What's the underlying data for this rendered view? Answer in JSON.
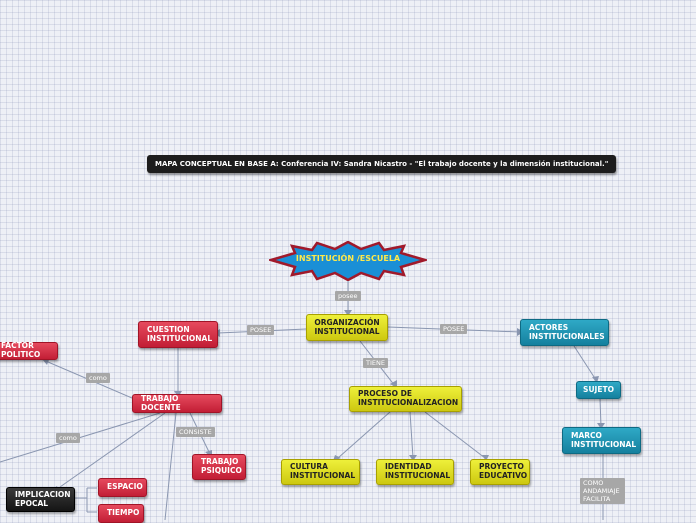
{
  "title": "MAPA CONCEPTUAL EN BASE A: Conferencia IV: Sandra Nicastro - \"El trabajo docente y la dimensión institucional.\"",
  "root": "INSTITUCIÓN /ESCUELA",
  "nodes": {
    "organizacion": "ORGANIZACIÓN\nINSTITUCIONAL",
    "cuestion": "CUESTION\nINSTITUCIONAL",
    "actores": "ACTORES\nINSTITUCIONALES",
    "factor": "FACTOR POLITICO",
    "trabajo_docente": "TRABAJO DOCENTE",
    "proceso": "PROCESO  DE\nINSTITUCIONALIZACION",
    "trabajo_psiquico": "TRABAJO\nPSIQUICO",
    "cultura": "CULTURA\nINSTITUCIONAL",
    "identidad": "IDENTIDAD\nINSTITUCIONAL",
    "proyecto": "PROYECTO\nEDUCATIVO",
    "implicacion": "IMPLICACION\nEPOCAL",
    "espacio": "ESPACIO",
    "tiempo": "TIEMPO",
    "sujeto": "SUJETO",
    "marco": "MARCO\nINSTITUCIONAL"
  },
  "labels": {
    "posee1": "posee",
    "posee2": "POSEE",
    "posee3": "POSEE",
    "tiene": "TIENE",
    "como1": "como",
    "como2": "como",
    "consiste": "CONSISTE",
    "como_andamiaje": "COMO\nANDAMIAJE\nFACILITA"
  }
}
